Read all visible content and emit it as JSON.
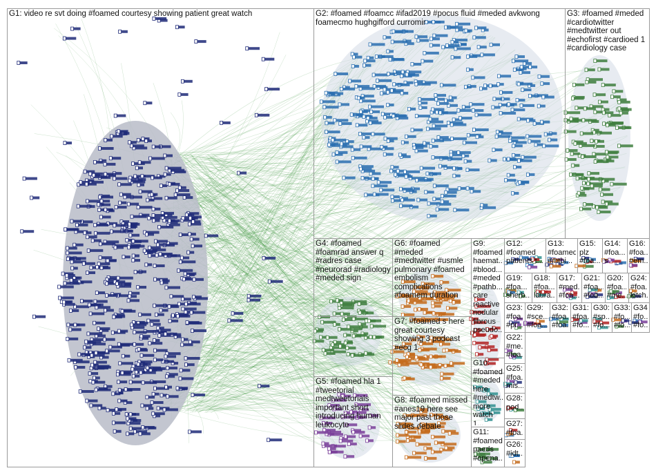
{
  "graph": {
    "edge_color": "#2e8b2e",
    "node_colors": [
      "#1f2a78",
      "#2a6fb0",
      "#3f7f3f",
      "#7a3f9a",
      "#c46b1c",
      "#b22222",
      "#2f8f8f"
    ],
    "groups": [
      {
        "id": "G1",
        "label": "G1: video re svt doing #foamed courtesy showing patient great watch"
      },
      {
        "id": "G2",
        "label": "G2: #foamed #foamcc #ifad2019 #pocus fluid #meded avkwong\nfoamecmo hughgifford curromir"
      },
      {
        "id": "G3",
        "label": "G3: #foamed #meded\n#cardiotwitter\n#medtwitter out\n#echofirst #cardioed 1\n#cardiology case"
      },
      {
        "id": "G4",
        "label": "G4: #foamed\n#foamrad answer q\n#radres case\n#neurorad #radiology\n#meded sign"
      },
      {
        "id": "G6",
        "label": "G6: #foamed #meded\n#medtwitter #usmle\npulmonary #foamed\nembolism\ncomplications\n#foamem duration"
      },
      {
        "id": "G9",
        "label": "G9:\n#foamed\nhaemat...\n#blood...\n#meded\n#pathb...\ncare\nreactive\nnodular\nfibrous\npseudo..."
      },
      {
        "id": "G7",
        "label": "G7: #foamed s here\ngreat courtesy\nshowing 3 podcast\n#ecg 1"
      },
      {
        "id": "G5",
        "label": "G5: #foamed hla 1\n#tweetorial\nmedtweetorials\nimportant short\nintroducing human\nleukocyte"
      },
      {
        "id": "G8",
        "label": "G8: #foamed missed\n#anes19 here see\nmajor past those\nslides debate"
      },
      {
        "id": "G10",
        "label": "G10:\n#foamed\n#meded\nhere\n#medtw...\nmore\nwatch 1..."
      },
      {
        "id": "G11",
        "label": "G11:\n#foamed\npaeds\n#opena..."
      },
      {
        "id": "G12",
        "label": "G12:\n#foamed\npatients t..."
      },
      {
        "id": "G13",
        "label": "G13:\n#foamed\n#mtbi..."
      },
      {
        "id": "G15",
        "label": "G15:\nplz\n#foa..."
      },
      {
        "id": "G14",
        "label": "G14:\n#foa...\ns"
      },
      {
        "id": "G16",
        "label": "G16:\n#foa...\n#em..."
      },
      {
        "id": "G19",
        "label": "G19:\n#foa...\nsherb..."
      },
      {
        "id": "G18",
        "label": "G18:\n#foa...\nlaura..."
      },
      {
        "id": "G17",
        "label": "G17:\n#med...\n#foa..."
      },
      {
        "id": "G21",
        "label": "G21:\n#foa...\n#foa..."
      },
      {
        "id": "G20",
        "label": "G20:\n#foa...\n#me..."
      },
      {
        "id": "G24",
        "label": "G24:\n#foa...\nkitch..."
      },
      {
        "id": "G23",
        "label": "G23:\n#foa...\n#pr..."
      },
      {
        "id": "G29",
        "label": "G29:\n#sce...\n#foa..."
      },
      {
        "id": "G32",
        "label": "G32:\n#foa...\n#foa..."
      },
      {
        "id": "G31",
        "label": "G31:\n#foa...\n#fo..."
      },
      {
        "id": "G30",
        "label": "G30:\n#sp...\n#fo..."
      },
      {
        "id": "G33",
        "label": "G33:\n#fo...\n#fo..."
      },
      {
        "id": "G34",
        "label": "G34:\n#fo...\n#fo..."
      },
      {
        "id": "G22",
        "label": "G22:\n#me...\n#foa..."
      },
      {
        "id": "G25",
        "label": "G25:\n#foa...\nmis..."
      },
      {
        "id": "G28",
        "label": "G28:\npod..."
      },
      {
        "id": "G27",
        "label": "G27:\n#foa...\nno..."
      },
      {
        "id": "G26",
        "label": "G26:\n#idt..."
      }
    ]
  }
}
